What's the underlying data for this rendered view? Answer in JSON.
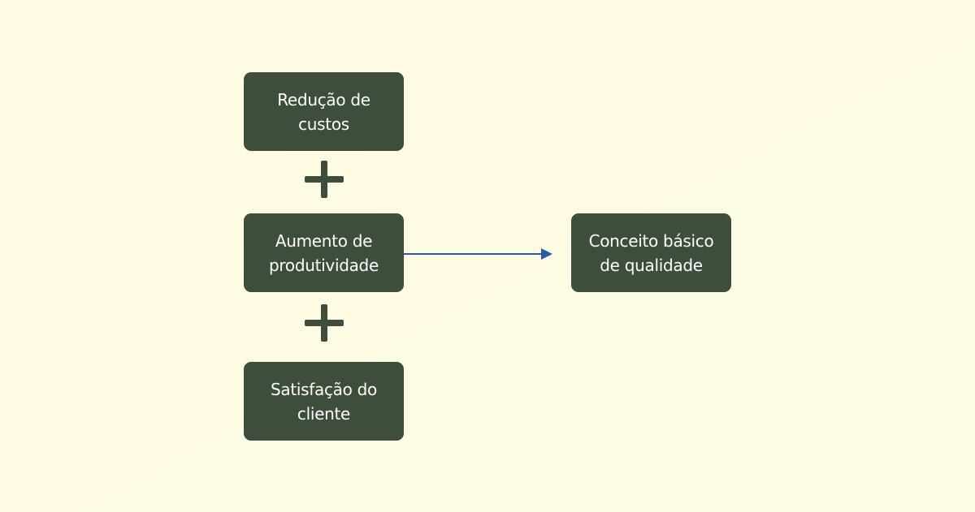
{
  "diagram": {
    "nodes": {
      "reducao": "Redução de custos",
      "aumento": "Aumento de produtividade",
      "satisfacao": "Satisfação do cliente",
      "conceito": "Conceito básico de qualidade"
    },
    "operators": [
      "+",
      "+"
    ],
    "colors": {
      "node_fill": "#3d4e3c",
      "node_text": "#ffffff",
      "arrow": "#2a5ba8",
      "background": "#fdfde6"
    },
    "connector": {
      "from": "aumento",
      "to": "conceito"
    }
  }
}
